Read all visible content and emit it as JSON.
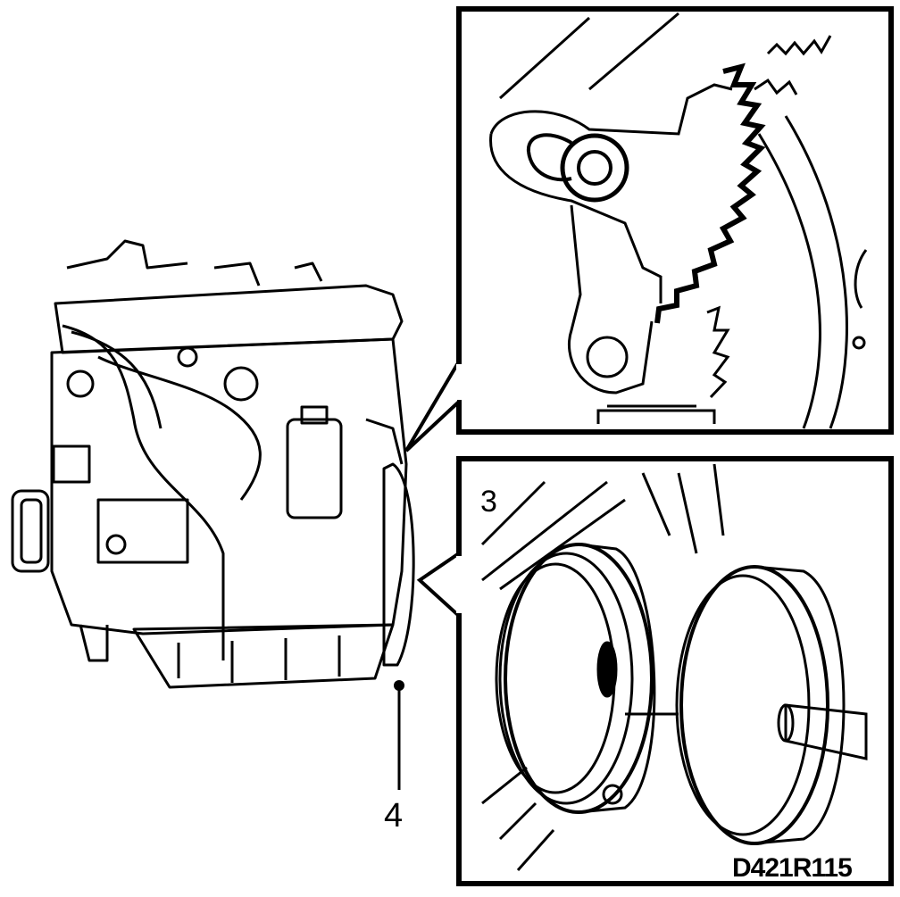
{
  "figure": {
    "callouts": {
      "flywheel_callout": "4",
      "pulley_callout": "3"
    },
    "figure_id": "D421R115"
  },
  "colors": {
    "line": "#000000",
    "background": "#ffffff"
  },
  "icons": [
    "engine-drawing",
    "flywheel-detail",
    "pulley-detail"
  ]
}
